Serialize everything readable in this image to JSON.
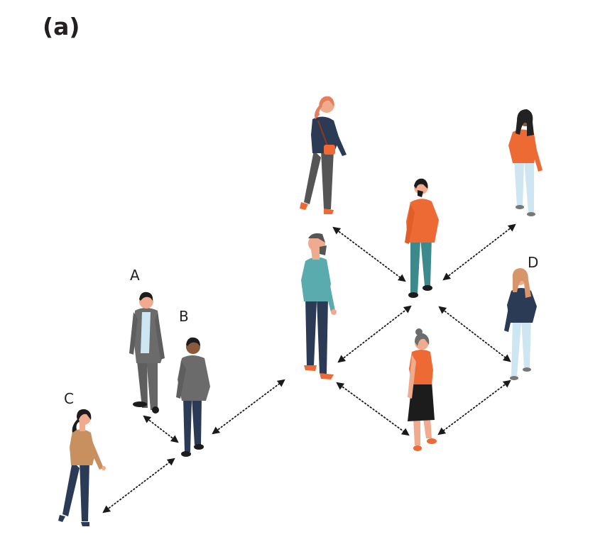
{
  "figure": {
    "panel_label": "(a)",
    "person_labels": {
      "a": "A",
      "b": "B",
      "c": "C",
      "d": "D"
    },
    "colors": {
      "skin": "#f0aa8e",
      "dark_skin": "#8a5a3c",
      "navy": "#2b3a55",
      "gray_suit": "#6b6b6b",
      "orange": "#ee6a34",
      "teal": "#5aabad",
      "light_blue": "#cde6f1",
      "tan": "#c8905f",
      "black": "#1c1c1c",
      "hair_dark": "#222222",
      "hair_ginger": "#e67e5b",
      "hair_blonde": "#d9956a",
      "hair_gray": "#6d6d6d"
    }
  }
}
